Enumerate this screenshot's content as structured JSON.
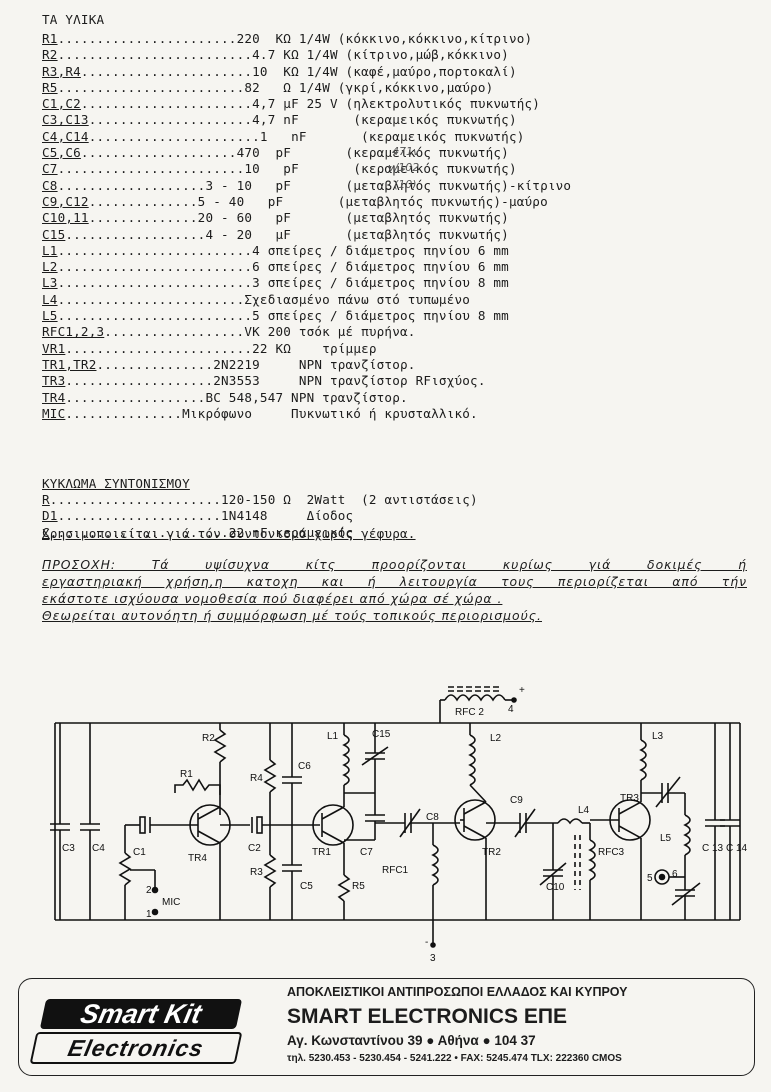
{
  "title": "ΤΑ ΥΛΙΚΑ",
  "parts": [
    {
      "ref": "R1",
      "dots": ".......................",
      "value": "220  ",
      "desc": "KΩ 1/4W (κόκκινο,κόκκινο,κίτρινο)"
    },
    {
      "ref": "R2",
      "dots": ".........................",
      "value": "4.7 ",
      "desc": "KΩ 1/4W (κίτρινο,μώβ,κόκκινο)"
    },
    {
      "ref": "R3,R4",
      "dots": "......................",
      "value": "10  ",
      "desc": "KΩ 1/4W (καφέ,μαύρο,πορτοκαλί)"
    },
    {
      "ref": "R5",
      "dots": "........................",
      "value": "82  ",
      "desc": " Ω 1/4W (γκρί,κόκκινο,μαύρο)"
    },
    {
      "ref": "C1,C2",
      "dots": "......................",
      "value": "4,7 ",
      "desc": "μF 25 V (ηλεκτρολυτικός πυκνωτής)"
    },
    {
      "ref": "C3,C13",
      "dots": ".....................",
      "value": "4,7 ",
      "desc": "nF       (κεραμεικός πυκνωτής)"
    },
    {
      "ref": "C4,C14",
      "dots": "......................",
      "value": "1   ",
      "desc": "nF       (κεραμεικός πυκνωτής)"
    },
    {
      "ref": "C5,C6",
      "dots": "....................",
      "value": "470  ",
      "desc": "pF       (κεραμεικός πυκνωτής)"
    },
    {
      "ref": "C7",
      "dots": "........................",
      "value": "10   ",
      "desc": "pF       (κεραμεικός πυκνωτής)"
    },
    {
      "ref": "C8",
      "dots": "...................",
      "value": "3 - 10   ",
      "desc": "pF       (μεταβλητός πυκνωτής)-κίτρινο"
    },
    {
      "ref": "C9,C12",
      "dots": "..............",
      "value": "5 - 40   ",
      "desc": "pF       (μεταβλητός πυκνωτής)-μαύρο"
    },
    {
      "ref": "C10,11",
      "dots": "..............",
      "value": "20 - 60   ",
      "desc": "pF       (μεταβλητός πυκνωτής)"
    },
    {
      "ref": "C15",
      "dots": "..................",
      "value": "4 - 20   ",
      "desc": "μF       (μεταβλητός πυκνωτής)"
    },
    {
      "ref": "L1",
      "dots": ".........................",
      "value": "4 ",
      "desc": "σπείρες / διάμετρος πηνίου 6 mm"
    },
    {
      "ref": "L2",
      "dots": ".........................",
      "value": "6 ",
      "desc": "σπείρες / διάμετρος πηνίου 6 mm"
    },
    {
      "ref": "L3",
      "dots": ".........................",
      "value": "3 ",
      "desc": "σπείρες / διάμετρος πηνίου 8 mm"
    },
    {
      "ref": "L4",
      "dots": "........................",
      "value": "",
      "desc": "Σχεδιασμένο πάνω στό τυπωμένο"
    },
    {
      "ref": "L5",
      "dots": ".........................",
      "value": "5 ",
      "desc": "σπείρες / διάμετρος πηνίου 8 mm"
    },
    {
      "ref": "RFC1,2,3",
      "dots": "..................",
      "value": "VK 200 ",
      "desc": "τσόκ μέ πυρήνα."
    },
    {
      "ref": "VR1",
      "dots": "........................",
      "value": "22 KΩ    ",
      "desc": "τρίμμερ"
    },
    {
      "ref": "TR1,TR2",
      "dots": "...............",
      "value": "2N2219     ",
      "desc": "NPN τρανζίστορ."
    },
    {
      "ref": "TR3",
      "dots": "...................",
      "value": "2N3553     ",
      "desc": "NPN τρανζίστορ RFισχύος."
    },
    {
      "ref": "TR4",
      "dots": "..................",
      "value": "BC 548,547 ",
      "desc": "NPN τρανζίστορ."
    },
    {
      "ref": "MIC",
      "dots": "...............",
      "value": "Μικρόφωνο     ",
      "desc": "Πυκνωτικό ή κρυσταλλικό."
    }
  ],
  "handnotes": {
    "c5c6": "471v",
    "c7": "v/102",
    "c8": "(10)"
  },
  "tuning": {
    "heading": "ΚΥΚΛΩΜΑ ΣΥΝΤΟΝΙΣΜΟΥ",
    "subheading": "Χρησιμοποιείται γιά τόν συντονισμό χωρίς γέφυρα.",
    "parts": [
      {
        "ref": "R",
        "dots": "......................",
        "value": "120-150 Ω  ",
        "desc": "2Watt  (2 αντιστάσεις)"
      },
      {
        "ref": "D1",
        "dots": ".....................",
        "value": "1N4148     ",
        "desc": "Δίοδος"
      },
      {
        "ref": "C",
        "dots": ".......................",
        "value": "22 ",
        "desc": "nF κεραμεικός"
      }
    ]
  },
  "warning": [
    "ΠΡΟΣΟΧΗ: Τά υψίσυχνα κίτς προορίζονται κυρίως γιά δοκιμές ή",
    "εργαστηριακή χρήση,η κατοχη και ή λειτουργία τους περιορίζεται από τήν",
    "εκάστοτε ισχύουσα νομοθεσία πού διαφέρει από χώρα σέ χώρα .",
    "Θεωρείται αυτονόητη ή συμμόρφωση μέ τούς τοπικούς περιορισμούς."
  ],
  "schematic": {
    "labels": {
      "rfc2": "RFC 2",
      "plus": "+",
      "n4": "4",
      "r2": "R2",
      "r1": "R1",
      "r4": "R4",
      "r3": "R3",
      "r5": "R5",
      "c1": "C1",
      "c2": "C2",
      "c3": "C3",
      "c4": "C4",
      "c5": "C5",
      "c6": "C6",
      "c7": "C7",
      "c8": "C8",
      "c9": "C9",
      "c10": "C10",
      "c15": "C15",
      "c13": "C 13",
      "c14": "C 14",
      "l1": "L1",
      "l2": "L2",
      "l3": "L3",
      "l4": "L4",
      "l5": "L5",
      "tr1": "TR1",
      "tr2": "TR2",
      "tr3": "TR3",
      "tr4": "TR4",
      "rfc1": "RFC1",
      "rfc3": "RFC3",
      "mic": "MIC",
      "n1": "1",
      "n2": "2",
      "n3": "3",
      "n5": "5",
      "n6": "6",
      "minus": "-"
    }
  },
  "footer": {
    "logo_line1": "Smart Kit",
    "logo_line2": "Electronics",
    "line1": "ΑΠΟΚΛΕΙΣΤΙΚΟΙ ΑΝΤΙΠΡΟΣΩΠΟΙ ΕΛΛΑΔΟΣ ΚΑΙ ΚΥΠΡΟΥ",
    "company": "SMART ELECTRONICS ΕΠΕ",
    "address": "Αγ. Κωνσταντίνου 39 ● Αθήνα ● 104 37",
    "phones": "τηλ. 5230.453 - 5230.454 - 5241.222 • FAX: 5245.474 TLX: 222360 CMOS"
  }
}
